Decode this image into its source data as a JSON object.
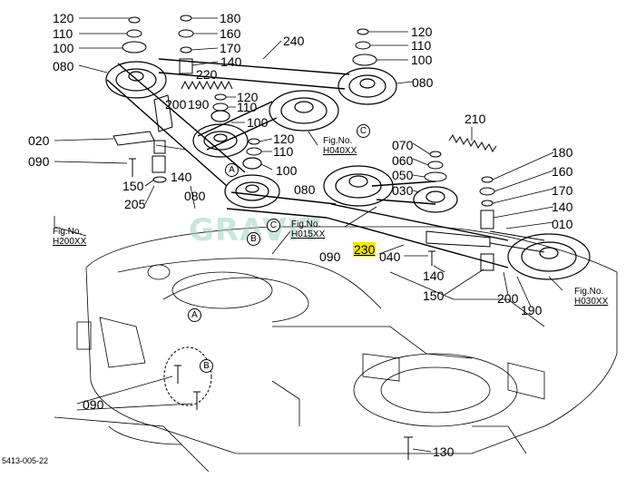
{
  "labels": {
    "l_120a": "120",
    "l_110a": "110",
    "l_100a": "100",
    "l_080a": "080",
    "l_180a": "180",
    "l_160a": "160",
    "l_170a": "170",
    "l_140a": "140",
    "l_220": "220",
    "l_240": "240",
    "l_120b": "120",
    "l_110b": "110",
    "l_100b": "100",
    "l_080b": "080",
    "l_200a": "200",
    "l_190a": "190",
    "l_120c": "120",
    "l_110c": "110",
    "l_100c": "100",
    "l_020": "020",
    "l_120d": "120",
    "l_110d": "110",
    "l_100d": "100",
    "l_090a": "090",
    "l_150a": "150",
    "l_140b": "140",
    "l_205": "205",
    "l_080c": "080",
    "l_080d": "080",
    "l_210": "210",
    "l_070": "070",
    "l_060": "060",
    "l_050": "050",
    "l_030": "030",
    "l_180b": "180",
    "l_160b": "160",
    "l_170b": "170",
    "l_140c": "140",
    "l_010": "010",
    "l_090b": "090",
    "l_230": "230",
    "l_040": "040",
    "l_140d": "140",
    "l_150b": "150",
    "l_200b": "200",
    "l_190b": "190",
    "l_090c": "090",
    "l_130": "130"
  },
  "callouts": {
    "a1": "A",
    "b1": "B",
    "c1": "C",
    "a2": "A",
    "b2": "B"
  },
  "figrefs": {
    "h040": {
      "line1": "Fig.No.",
      "line2": "H040XX"
    },
    "h015": {
      "line1": "Fig.No.",
      "line2": "H015XX"
    },
    "h200": {
      "line1": "Fig.No.",
      "line2": "H200XX"
    },
    "h030": {
      "line1": "Fig.No.",
      "line2": "H030XX"
    }
  },
  "drawing_code": "5413-005-22",
  "watermark": "GRAVIT",
  "highlight_color": "#f6e600"
}
